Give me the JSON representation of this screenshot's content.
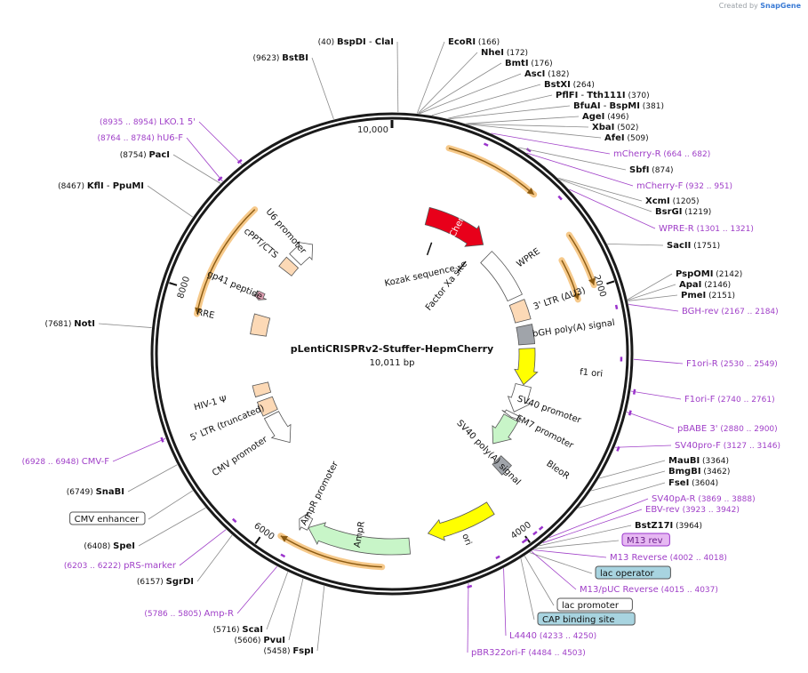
{
  "credit": "Created by",
  "brand": "SnapGene",
  "plasmid": {
    "name": "pLentiCRISPRv2-Stuffer-HepmCherry",
    "length_label": "10,011 bp",
    "total_bp": 10011
  },
  "ruler": [
    {
      "bp": 0,
      "label": "10,000"
    },
    {
      "bp": 2000,
      "label": "2000"
    },
    {
      "bp": 4000,
      "label": "4000"
    },
    {
      "bp": 6000,
      "label": "6000"
    },
    {
      "bp": 8000,
      "label": "8000"
    }
  ],
  "features": [
    {
      "name": "mCherry",
      "start": 400,
      "end": 1110,
      "ring": "outer",
      "color": "#e8001a",
      "textColor": "#ffffff",
      "dir": 1
    },
    {
      "name": "WPRE",
      "start": 1230,
      "end": 1820,
      "ring": "inner",
      "color": "#ffffff",
      "dir": 0
    },
    {
      "name": "3' LTR (ΔU3)",
      "start": 1880,
      "end": 2110,
      "ring": "inner",
      "color": "#fcd9b6",
      "dir": 0
    },
    {
      "name": "bGH poly(A) signal",
      "start": 2170,
      "end": 2390,
      "ring": "inner",
      "color": "#a0a4aa",
      "dir": 0
    },
    {
      "name": "f1 ori",
      "start": 2440,
      "end": 2870,
      "ring": "inner",
      "color": "#ffff00",
      "dir": 1
    },
    {
      "name": "SV40 promoter",
      "start": 2880,
      "end": 3210,
      "ring": "inner",
      "color": "#ffffff",
      "dir": 1
    },
    {
      "name": "EM7 promoter",
      "start": 3230,
      "end": 3280,
      "ring": "inner",
      "color": "#ffffff",
      "dir": 1
    },
    {
      "name": "BleoR",
      "start": 3290,
      "end": 3660,
      "ring": "inner",
      "color": "#c8f5c8",
      "dir": 1
    },
    {
      "name": "SV40 poly(A) signal",
      "start": 3700,
      "end": 3830,
      "ring": "inner",
      "color": "#a0a4aa",
      "dir": 0
    },
    {
      "name": "ori",
      "start": 4100,
      "end": 4690,
      "ring": "inner",
      "color": "#ffff00",
      "dir": 1
    },
    {
      "name": "AmpR",
      "start": 4860,
      "end": 5720,
      "ring": "inner",
      "color": "#c8f5c8",
      "dir": 1
    },
    {
      "name": "AmpR promoter",
      "start": 5720,
      "end": 5820,
      "ring": "inner",
      "color": "#ffffff",
      "dir": 1
    },
    {
      "name": "CMV promoter",
      "start": 6370,
      "end": 6760,
      "ring": "inner",
      "color": "#ffffff",
      "dir": -1
    },
    {
      "name": "5' LTR (truncated)",
      "start": 6790,
      "end": 6960,
      "ring": "inner",
      "color": "#fcd9b6",
      "dir": 0
    },
    {
      "name": "HIV-1 Ψ",
      "start": 7020,
      "end": 7150,
      "ring": "inner",
      "color": "#fcd9b6",
      "dir": 0
    },
    {
      "name": "RRE",
      "start": 7730,
      "end": 7960,
      "ring": "inner",
      "color": "#fcd9b6",
      "dir": 0
    },
    {
      "name": "gp41 peptide",
      "start": 8120,
      "end": 8210,
      "ring": "inner",
      "color": "#e2a0b4",
      "dir": -1
    },
    {
      "name": "cPPT/CTS",
      "start": 8560,
      "end": 8690,
      "ring": "inner",
      "color": "#fcd9b6",
      "dir": 0
    },
    {
      "name": "U6 promoter",
      "start": 8740,
      "end": 9010,
      "ring": "inner",
      "color": "#ffffff",
      "dir": 1
    }
  ],
  "inner_labels": [
    {
      "name": "mCherry",
      "bp": 755,
      "r": 0.565
    },
    {
      "name": "WPRE",
      "bp": 1525,
      "r": 0.7
    },
    {
      "name": "3' LTR (ΔU3)",
      "bp": 1995,
      "r": 0.74
    },
    {
      "name": "bGH poly(A) signal",
      "bp": 2280,
      "r": 0.77
    },
    {
      "name": "f1 ori",
      "bp": 2655,
      "r": 0.84
    },
    {
      "name": "SV40 promoter",
      "bp": 3045,
      "r": 0.7
    },
    {
      "name": "EM7 promoter",
      "bp": 3255,
      "r": 0.72
    },
    {
      "name": "BleoR",
      "bp": 3475,
      "r": 0.85
    },
    {
      "name": "SV40 poly(A) signal",
      "bp": 3770,
      "r": 0.58
    },
    {
      "name": "ori",
      "bp": 4395,
      "r": 0.84
    },
    {
      "name": "AmpR",
      "bp": 5290,
      "r": 0.77
    },
    {
      "name": "AmpR promoter",
      "bp": 5770,
      "r": 0.66
    },
    {
      "name": "CMV promoter",
      "bp": 6565,
      "r": 0.77
    },
    {
      "name": "5' LTR (truncated)",
      "bp": 6875,
      "r": 0.75
    },
    {
      "name": "HIV-1 Ψ",
      "bp": 7085,
      "r": 0.79
    },
    {
      "name": "RRE",
      "bp": 7845,
      "r": 0.8
    },
    {
      "name": "gp41 peptide",
      "bp": 8165,
      "r": 0.72
    },
    {
      "name": "cPPT/CTS",
      "bp": 8625,
      "r": 0.72
    },
    {
      "name": "U6 promoter",
      "bp": 8875,
      "r": 0.68
    }
  ],
  "sites": [
    {
      "name": "Kozak sequence",
      "bp": 545
    },
    {
      "name": "Factor Xa site",
      "bp": 1075
    }
  ],
  "primer_marks": [
    {
      "start": 664,
      "end": 682,
      "dir": -1
    },
    {
      "start": 932,
      "end": 951,
      "dir": 1
    },
    {
      "start": 1301,
      "end": 1321,
      "dir": -1
    },
    {
      "start": 2167,
      "end": 2184,
      "dir": -1
    },
    {
      "start": 2530,
      "end": 2549,
      "dir": -1
    },
    {
      "start": 2740,
      "end": 2761,
      "dir": 1
    },
    {
      "start": 2880,
      "end": 2900,
      "dir": 1
    },
    {
      "start": 3127,
      "end": 3146,
      "dir": 1
    },
    {
      "start": 3869,
      "end": 3888,
      "dir": -1
    },
    {
      "start": 3923,
      "end": 3942,
      "dir": -1
    },
    {
      "start": 4002,
      "end": 4018,
      "dir": -1
    },
    {
      "start": 4015,
      "end": 4037,
      "dir": -1
    },
    {
      "start": 4233,
      "end": 4250,
      "dir": -1
    },
    {
      "start": 4484,
      "end": 4503,
      "dir": 1
    },
    {
      "start": 5786,
      "end": 5805,
      "dir": -1
    },
    {
      "start": 6203,
      "end": 6222,
      "dir": -1
    },
    {
      "start": 6928,
      "end": 6948,
      "dir": 1
    },
    {
      "start": 8764,
      "end": 8784,
      "dir": 1
    },
    {
      "start": 8935,
      "end": 8954,
      "dir": 1
    }
  ],
  "outer_orfs": [
    {
      "start": 430,
      "end": 1160,
      "dir": 1
    },
    {
      "start": 1560,
      "end": 1980,
      "dir": 1
    },
    {
      "start": 1700,
      "end": 2050,
      "dir": 1
    },
    {
      "start": 5080,
      "end": 5880,
      "dir": 1
    },
    {
      "start": 7830,
      "end": 8800,
      "dir": -1
    }
  ],
  "annotations": [
    {
      "parts": [
        {
          "t": "(40) ",
          "s": "paren"
        },
        {
          "t": "BspDI",
          "s": "bold"
        },
        {
          "t": "  - ",
          "s": "plain"
        },
        {
          "t": "ClaI",
          "s": "bold"
        }
      ],
      "bp": 40
    },
    {
      "parts": [
        {
          "t": "(9623) ",
          "s": "paren"
        },
        {
          "t": "BstBI",
          "s": "bold"
        }
      ],
      "bp": 9623
    },
    {
      "parts": [
        {
          "t": "EcoRI",
          "s": "bold"
        },
        {
          "t": "  (166)",
          "s": "paren"
        }
      ],
      "bp": 166
    },
    {
      "parts": [
        {
          "t": "NheI",
          "s": "bold"
        },
        {
          "t": "  (172)",
          "s": "paren"
        }
      ],
      "bp": 172
    },
    {
      "parts": [
        {
          "t": "BmtI",
          "s": "bold"
        },
        {
          "t": "  (176)",
          "s": "paren"
        }
      ],
      "bp": 176
    },
    {
      "parts": [
        {
          "t": "AscI",
          "s": "bold"
        },
        {
          "t": "  (182)",
          "s": "paren"
        }
      ],
      "bp": 182
    },
    {
      "parts": [
        {
          "t": "BstXI",
          "s": "bold"
        },
        {
          "t": "  (264)",
          "s": "paren"
        }
      ],
      "bp": 264
    },
    {
      "parts": [
        {
          "t": "PflFI",
          "s": "bold"
        },
        {
          "t": "  - ",
          "s": "plain"
        },
        {
          "t": "Tth111I",
          "s": "bold"
        },
        {
          "t": "  (370)",
          "s": "paren"
        }
      ],
      "bp": 370
    },
    {
      "parts": [
        {
          "t": "BfuAI",
          "s": "bold"
        },
        {
          "t": "  - ",
          "s": "plain"
        },
        {
          "t": "BspMI",
          "s": "bold"
        },
        {
          "t": "  (381)",
          "s": "paren"
        }
      ],
      "bp": 381
    },
    {
      "parts": [
        {
          "t": "AgeI",
          "s": "bold"
        },
        {
          "t": "  (496)",
          "s": "paren"
        }
      ],
      "bp": 496
    },
    {
      "parts": [
        {
          "t": "XbaI",
          "s": "bold"
        },
        {
          "t": "  (502)",
          "s": "paren"
        }
      ],
      "bp": 502
    },
    {
      "parts": [
        {
          "t": "AfeI",
          "s": "bold"
        },
        {
          "t": "  (509)",
          "s": "paren"
        }
      ],
      "bp": 509
    },
    {
      "parts": [
        {
          "t": "mCherry-R",
          "s": "primer"
        },
        {
          "t": "  (664 .. 682)",
          "s": "primerparen"
        }
      ],
      "bp": 673
    },
    {
      "parts": [
        {
          "t": "SbfI",
          "s": "bold"
        },
        {
          "t": "  (874)",
          "s": "paren"
        }
      ],
      "bp": 874
    },
    {
      "parts": [
        {
          "t": "mCherry-F",
          "s": "primer"
        },
        {
          "t": "  (932 .. 951)",
          "s": "primerparen"
        }
      ],
      "bp": 941
    },
    {
      "parts": [
        {
          "t": "XcmI",
          "s": "bold"
        },
        {
          "t": "  (1205)",
          "s": "paren"
        }
      ],
      "bp": 1205
    },
    {
      "parts": [
        {
          "t": "BsrGI",
          "s": "bold"
        },
        {
          "t": "  (1219)",
          "s": "paren"
        }
      ],
      "bp": 1219
    },
    {
      "parts": [
        {
          "t": "WPRE-R",
          "s": "primer"
        },
        {
          "t": "  (1301 .. 1321)",
          "s": "primerparen"
        }
      ],
      "bp": 1311
    },
    {
      "parts": [
        {
          "t": "SacII",
          "s": "bold"
        },
        {
          "t": "  (1751)",
          "s": "paren"
        }
      ],
      "bp": 1751
    },
    {
      "parts": [
        {
          "t": "PspOMI",
          "s": "bold"
        },
        {
          "t": "  (2142)",
          "s": "paren"
        }
      ],
      "bp": 2142
    },
    {
      "parts": [
        {
          "t": "ApaI",
          "s": "bold"
        },
        {
          "t": "  (2146)",
          "s": "paren"
        }
      ],
      "bp": 2146
    },
    {
      "parts": [
        {
          "t": "PmeI",
          "s": "bold"
        },
        {
          "t": "  (2151)",
          "s": "paren"
        }
      ],
      "bp": 2151
    },
    {
      "parts": [
        {
          "t": "BGH-rev",
          "s": "primer"
        },
        {
          "t": "  (2167 .. 2184)",
          "s": "primerparen"
        }
      ],
      "bp": 2175
    },
    {
      "parts": [
        {
          "t": "F1ori-R",
          "s": "primer"
        },
        {
          "t": "  (2530 .. 2549)",
          "s": "primerparen"
        }
      ],
      "bp": 2539
    },
    {
      "parts": [
        {
          "t": "F1ori-F",
          "s": "primer"
        },
        {
          "t": "  (2740 .. 2761)",
          "s": "primerparen"
        }
      ],
      "bp": 2750
    },
    {
      "parts": [
        {
          "t": "pBABE 3'",
          "s": "primer"
        },
        {
          "t": "  (2880 .. 2900)",
          "s": "primerparen"
        }
      ],
      "bp": 2890
    },
    {
      "parts": [
        {
          "t": "SV40pro-F",
          "s": "primer"
        },
        {
          "t": "  (3127 .. 3146)",
          "s": "primerparen"
        }
      ],
      "bp": 3136
    },
    {
      "parts": [
        {
          "t": "MauBI",
          "s": "bold"
        },
        {
          "t": "  (3364)",
          "s": "paren"
        }
      ],
      "bp": 3364
    },
    {
      "parts": [
        {
          "t": "BmgBI",
          "s": "bold"
        },
        {
          "t": "  (3462)",
          "s": "paren"
        }
      ],
      "bp": 3462
    },
    {
      "parts": [
        {
          "t": "FseI",
          "s": "bold"
        },
        {
          "t": "  (3604)",
          "s": "paren"
        }
      ],
      "bp": 3604
    },
    {
      "parts": [
        {
          "t": "SV40pA-R",
          "s": "primer"
        },
        {
          "t": "  (3869 .. 3888)",
          "s": "primerparen"
        }
      ],
      "bp": 3878
    },
    {
      "parts": [
        {
          "t": "EBV-rev",
          "s": "primer"
        },
        {
          "t": "  (3923 .. 3942)",
          "s": "primerparen"
        }
      ],
      "bp": 3932
    },
    {
      "parts": [
        {
          "t": "BstZ17I",
          "s": "bold"
        },
        {
          "t": "  (3964)",
          "s": "paren"
        }
      ],
      "bp": 3964
    },
    {
      "parts": [
        {
          "t": "M13 rev",
          "s": "primerbox"
        }
      ],
      "bp": 3995
    },
    {
      "parts": [
        {
          "t": "M13 Reverse",
          "s": "primer"
        },
        {
          "t": "  (4002 .. 4018)",
          "s": "primerparen"
        }
      ],
      "bp": 4010
    },
    {
      "parts": [
        {
          "t": "lac operator",
          "s": "bluebox"
        }
      ],
      "bp": 4040
    },
    {
      "parts": [
        {
          "t": "M13/pUC Reverse",
          "s": "primer"
        },
        {
          "t": "  (4015 .. 4037)",
          "s": "primerparen"
        }
      ],
      "bp": 4026
    },
    {
      "parts": [
        {
          "t": "lac promoter",
          "s": "whitebox"
        }
      ],
      "bp": 4080
    },
    {
      "parts": [
        {
          "t": "CAP binding site",
          "s": "bluebox"
        }
      ],
      "bp": 4110
    },
    {
      "parts": [
        {
          "t": "L4440",
          "s": "primer"
        },
        {
          "t": "  (4233 .. 4250)",
          "s": "primerparen"
        }
      ],
      "bp": 4241
    },
    {
      "parts": [
        {
          "t": "pBR322ori-F",
          "s": "primer"
        },
        {
          "t": "  (4484 .. 4503)",
          "s": "primerparen"
        }
      ],
      "bp": 4493
    },
    {
      "parts": [
        {
          "t": "(5458) ",
          "s": "paren"
        },
        {
          "t": "FspI",
          "s": "bold"
        }
      ],
      "bp": 5458
    },
    {
      "parts": [
        {
          "t": "(5606) ",
          "s": "paren"
        },
        {
          "t": "PvuI",
          "s": "bold"
        }
      ],
      "bp": 5606
    },
    {
      "parts": [
        {
          "t": "(5716) ",
          "s": "paren"
        },
        {
          "t": "ScaI",
          "s": "bold"
        }
      ],
      "bp": 5716
    },
    {
      "parts": [
        {
          "t": "(5786 .. 5805)  ",
          "s": "primerparen"
        },
        {
          "t": "Amp-R",
          "s": "primer"
        }
      ],
      "bp": 5795
    },
    {
      "parts": [
        {
          "t": "(6157) ",
          "s": "paren"
        },
        {
          "t": "SgrDI",
          "s": "bold"
        }
      ],
      "bp": 6157
    },
    {
      "parts": [
        {
          "t": "(6203 .. 6222)  ",
          "s": "primerparen"
        },
        {
          "t": "pRS-marker",
          "s": "primer"
        }
      ],
      "bp": 6212
    },
    {
      "parts": [
        {
          "t": "(6408) ",
          "s": "paren"
        },
        {
          "t": "SpeI",
          "s": "bold"
        }
      ],
      "bp": 6408
    },
    {
      "parts": [
        {
          "t": "CMV enhancer",
          "s": "whitebox"
        }
      ],
      "bp": 6550
    },
    {
      "parts": [
        {
          "t": "(6749) ",
          "s": "paren"
        },
        {
          "t": "SnaBI",
          "s": "bold"
        }
      ],
      "bp": 6749
    },
    {
      "parts": [
        {
          "t": "(6928 .. 6948)  ",
          "s": "primerparen"
        },
        {
          "t": "CMV-F",
          "s": "primer"
        }
      ],
      "bp": 6938
    },
    {
      "parts": [
        {
          "t": "(7681) ",
          "s": "paren"
        },
        {
          "t": "NotI",
          "s": "bold"
        }
      ],
      "bp": 7681
    },
    {
      "parts": [
        {
          "t": "(8467) ",
          "s": "paren"
        },
        {
          "t": "KflI",
          "s": "bold"
        },
        {
          "t": "  - ",
          "s": "plain"
        },
        {
          "t": "PpuMI",
          "s": "bold"
        }
      ],
      "bp": 8467
    },
    {
      "parts": [
        {
          "t": "(8754) ",
          "s": "paren"
        },
        {
          "t": "PacI",
          "s": "bold"
        }
      ],
      "bp": 8754
    },
    {
      "parts": [
        {
          "t": "(8764 .. 8784)  ",
          "s": "primerparen"
        },
        {
          "t": "hU6-F",
          "s": "primer"
        }
      ],
      "bp": 8774
    },
    {
      "parts": [
        {
          "t": "(8935 .. 8954)  ",
          "s": "primerparen"
        },
        {
          "t": "LKO.1 5'",
          "s": "primer"
        }
      ],
      "bp": 8944
    }
  ]
}
